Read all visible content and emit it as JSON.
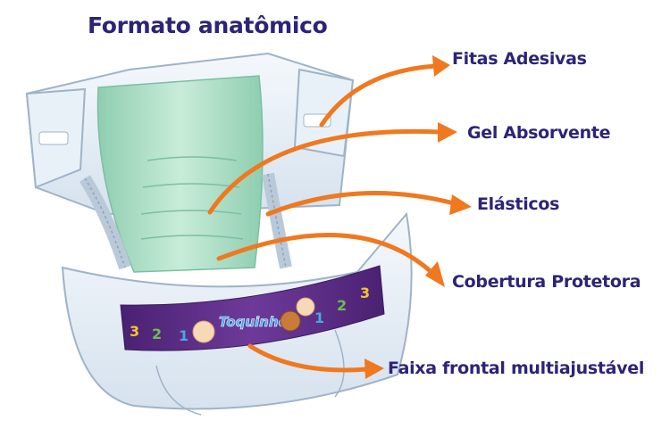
{
  "title": "Formato anatômico",
  "labels": {
    "fitas": "Fitas Adesivas",
    "gel": "Gel Absorvente",
    "elasticos": "Elásticos",
    "cobertura": "Cobertura Protetora",
    "faixa": "Faixa frontal multiajustável"
  },
  "band": {
    "brand": "Toquinho",
    "numbers_left": [
      "3",
      "2",
      "1"
    ],
    "numbers_right": [
      "1",
      "2",
      "3"
    ]
  },
  "colors": {
    "arrow": "#f0781e",
    "text": "#2d2377",
    "gel": "#a9dcc2",
    "band": "#5b2c83"
  }
}
